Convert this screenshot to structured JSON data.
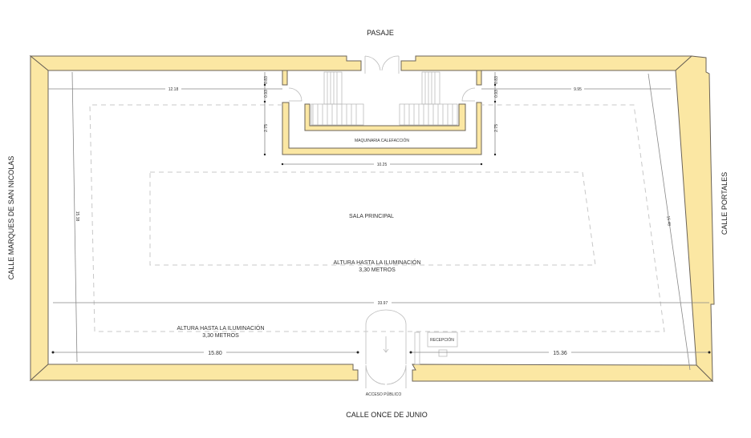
{
  "streets": {
    "top": "PASAJE",
    "bottom": "CALLE ONCE DE JUNIO",
    "left": "CALLE MARQUES DE SAN NICOLAS",
    "right": "CALLE PORTALES"
  },
  "rooms": {
    "machinery": "MAQUINARIA CALEFACCIÓN",
    "main_hall": "SALA PRINCIPAL",
    "reception": "RECEPCIÓN",
    "entrance": "ACCESO PÚBLICO"
  },
  "notes": {
    "height_center_line1": "ALTURA HASTA LA ILUMINACIÓN",
    "height_center_line2": "3,30 METROS",
    "height_left_line1": "ALTURA HASTA LA ILUMINACIÓN",
    "height_left_line2": "3,30 METROS"
  },
  "dimensions": {
    "top_left": "12.18",
    "top_right": "9.95",
    "machinery_width": "10.25",
    "left_stair_a": "0.83",
    "left_stair_b": "0.93",
    "left_stair_c": "2.75",
    "right_stair_a": "0.83",
    "right_stair_b": "0.93",
    "right_stair_c": "2.75",
    "left_height": "15.38",
    "right_height": "15.48",
    "total_width": "33.97",
    "bottom_left": "15.80",
    "bottom_right": "15.36"
  },
  "colors": {
    "wall": "#fbe7a3",
    "outline": "#6b6357"
  }
}
